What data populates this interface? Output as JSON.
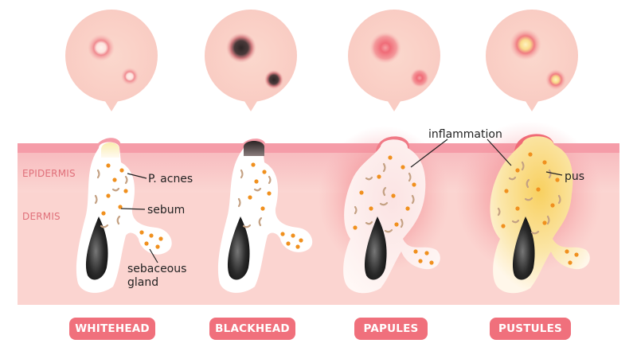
{
  "layers": {
    "epidermis": "EPIDERMIS",
    "dermis": "DERMIS"
  },
  "annotations": {
    "p_acnes": "P. acnes",
    "sebum": "sebum",
    "sebaceous_line1": "sebaceous",
    "sebaceous_line2": "gland",
    "inflammation": "inflammation",
    "pus": "pus"
  },
  "stages": [
    {
      "label": "WHITEHEAD"
    },
    {
      "label": "BLACKHEAD"
    },
    {
      "label": "PAPULES"
    },
    {
      "label": "PUSTULES"
    }
  ],
  "colors": {
    "skin_surface": "#f59aa6",
    "epidermis": "#f7b9bd",
    "dermis": "#fbd3cf",
    "badge": "#f0707c",
    "bacteria": "#f0901e",
    "sebum": "#c4a183"
  }
}
